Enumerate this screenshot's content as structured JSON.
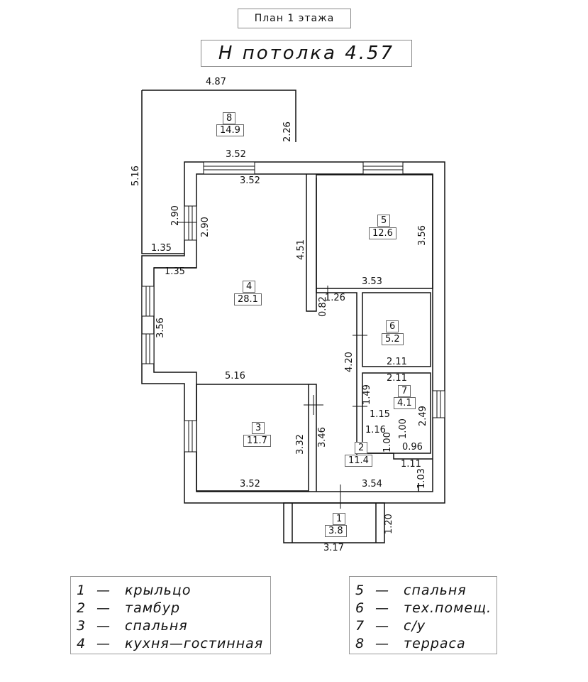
{
  "header": {
    "plan_title": "План 1 этажа",
    "ceiling_label": "Н потолка 4.57"
  },
  "rooms": [
    {
      "id": "1",
      "area": "3.8"
    },
    {
      "id": "2",
      "area": "11.4"
    },
    {
      "id": "3",
      "area": "11.7"
    },
    {
      "id": "4",
      "area": "28.1"
    },
    {
      "id": "5",
      "area": "12.6"
    },
    {
      "id": "6",
      "area": "5.2"
    },
    {
      "id": "7",
      "area": "4.1"
    },
    {
      "id": "8",
      "area": "14.9"
    }
  ],
  "dimensions": {
    "d487": "4.87",
    "d226": "2.26",
    "d516_left": "5.16",
    "d352_top": "3.52",
    "d352_inner": "3.52",
    "d290_a": "2.90",
    "d290_b": "2.90",
    "d135_a": "1.35",
    "d135_b": "1.35",
    "d451": "4.51",
    "d356_left": "3.56",
    "d356_right": "3.56",
    "d353": "3.53",
    "d126": "1.26",
    "d082": "0.82",
    "d420": "4.20",
    "d211_a": "2.11",
    "d211_b": "2.11",
    "d516_mid": "5.16",
    "d149": "1.49",
    "d115": "1.15",
    "d249": "2.49",
    "d116": "1.16",
    "d100_a": "1.00",
    "d100_b": "1.00",
    "d096": "0.96",
    "d332": "3.32",
    "d346": "3.46",
    "d111": "1.11",
    "d103": "1.03",
    "d352_bottom": "3.52",
    "d354": "3.54",
    "d120": "1.20",
    "d317": "3.17"
  },
  "legend_left": [
    {
      "num": "1",
      "dash": "—",
      "name": "крыльцо"
    },
    {
      "num": "2",
      "dash": "—",
      "name": "тамбур"
    },
    {
      "num": "3",
      "dash": "—",
      "name": "спальня"
    },
    {
      "num": "4",
      "dash": "—",
      "name": "кухня—гостинная"
    }
  ],
  "legend_right": [
    {
      "num": "5",
      "dash": "—",
      "name": "спальня"
    },
    {
      "num": "6",
      "dash": "—",
      "name": "тех.помещ."
    },
    {
      "num": "7",
      "dash": "—",
      "name": "с/у"
    },
    {
      "num": "8",
      "dash": "—",
      "name": "терраса"
    }
  ]
}
